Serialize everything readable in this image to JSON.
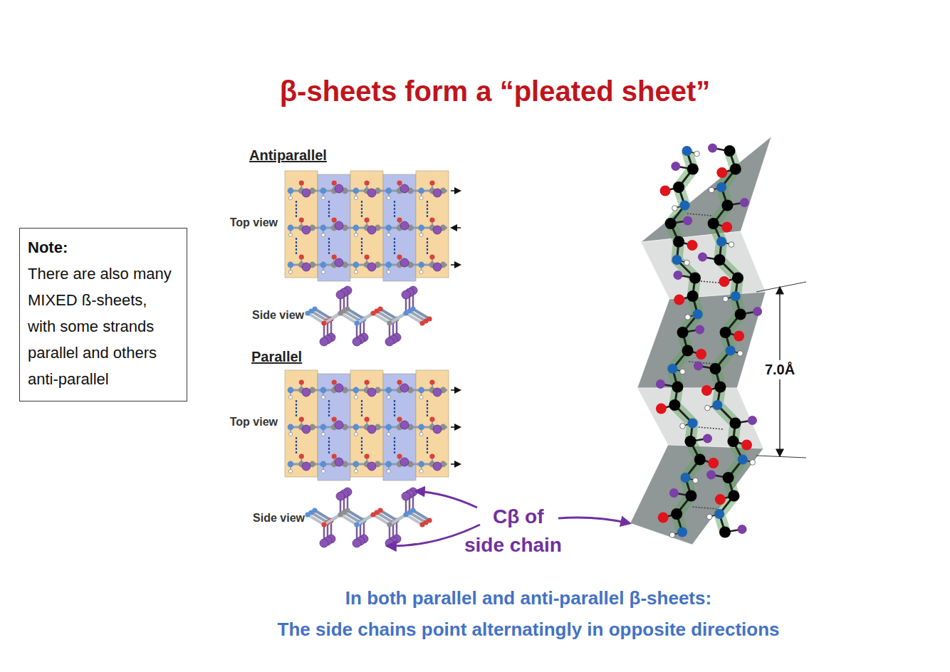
{
  "diagram": {
    "title": "β-sheets form a “pleated sheet”",
    "caption": "In both parallel and anti-parallel β-sheets: The side chains point alternatingly in opposite directions",
    "nodes": [
      {
        "text": [
          "Note:",
          "There are also many MIXED ß-sheets, with some strands parallel and others anti-parallel"
        ]
      }
    ],
    "labels": [
      "Antiparallel",
      "Top view",
      "Side view",
      "Parallel",
      "Top view",
      "Side view",
      "Cβ of side chain",
      "7.0Å"
    ]
  }
}
